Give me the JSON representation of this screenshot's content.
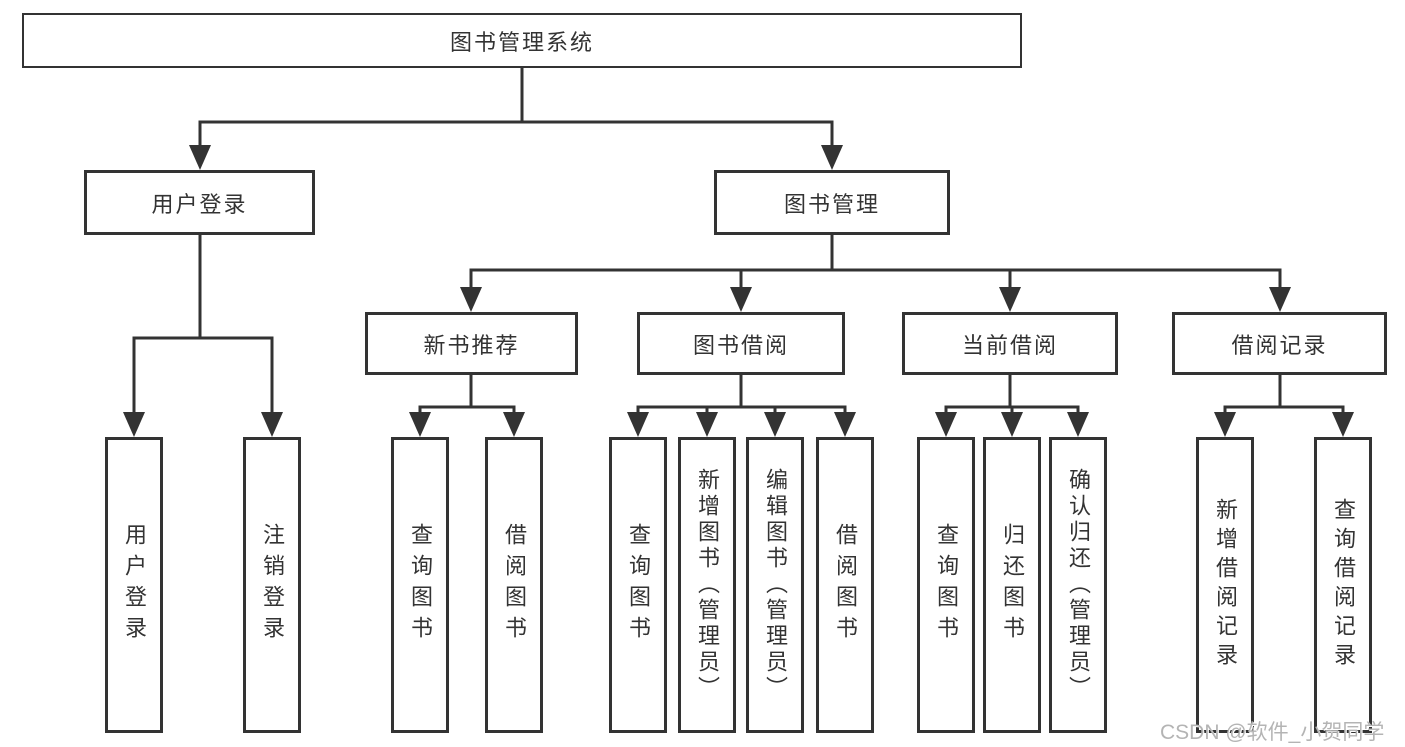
{
  "tree": {
    "root": "图书管理系统",
    "level1": [
      {
        "label": "用户登录",
        "leaves": [
          "用户登录",
          "注销登录"
        ]
      },
      {
        "label": "图书管理",
        "groups": [
          {
            "label": "新书推荐",
            "leaves": [
              "查询图书",
              "借阅图书"
            ]
          },
          {
            "label": "图书借阅",
            "leaves": [
              "查询图书",
              "新增图书（管理员）",
              "编辑图书（管理员）",
              "借阅图书"
            ]
          },
          {
            "label": "当前借阅",
            "leaves": [
              "查询图书",
              "归还图书",
              "确认归还（管理员）"
            ]
          },
          {
            "label": "借阅记录",
            "leaves": [
              "新增借阅记录",
              "查询借阅记录"
            ]
          }
        ]
      }
    ]
  },
  "watermark": {
    "text": "CSDN @软件_小贺同学"
  },
  "colors": {
    "line": "#333333",
    "background": "#ffffff",
    "watermark": "#b4b4b4"
  }
}
